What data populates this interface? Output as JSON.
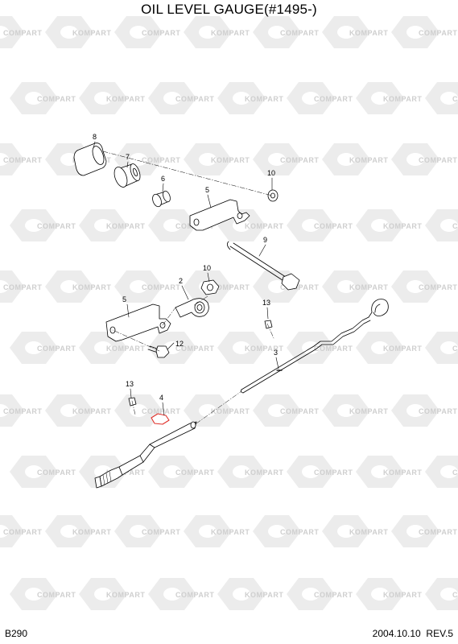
{
  "title": "OIL LEVEL GAUGE(#1495-)",
  "footer": {
    "model": "B290",
    "date": "2004.10.10",
    "revision": "REV.5"
  },
  "watermark": {
    "word_a": "KOMPART",
    "word_b": "COMPART"
  },
  "callouts": [
    {
      "id": "c8",
      "label": "8"
    },
    {
      "id": "c7",
      "label": "7"
    },
    {
      "id": "c6",
      "label": "6"
    },
    {
      "id": "c5a",
      "label": "5"
    },
    {
      "id": "c10a",
      "label": "10"
    },
    {
      "id": "c9",
      "label": "9"
    },
    {
      "id": "c10b",
      "label": "10"
    },
    {
      "id": "c2",
      "label": "2"
    },
    {
      "id": "c5b",
      "label": "5"
    },
    {
      "id": "c13a",
      "label": "13"
    },
    {
      "id": "c12",
      "label": "12"
    },
    {
      "id": "c3",
      "label": "3"
    },
    {
      "id": "c13b",
      "label": "13"
    },
    {
      "id": "c4",
      "label": "4"
    }
  ],
  "colors": {
    "line": "#000000",
    "watermark": "#d8d8d8",
    "highlight": "#e0302a"
  }
}
